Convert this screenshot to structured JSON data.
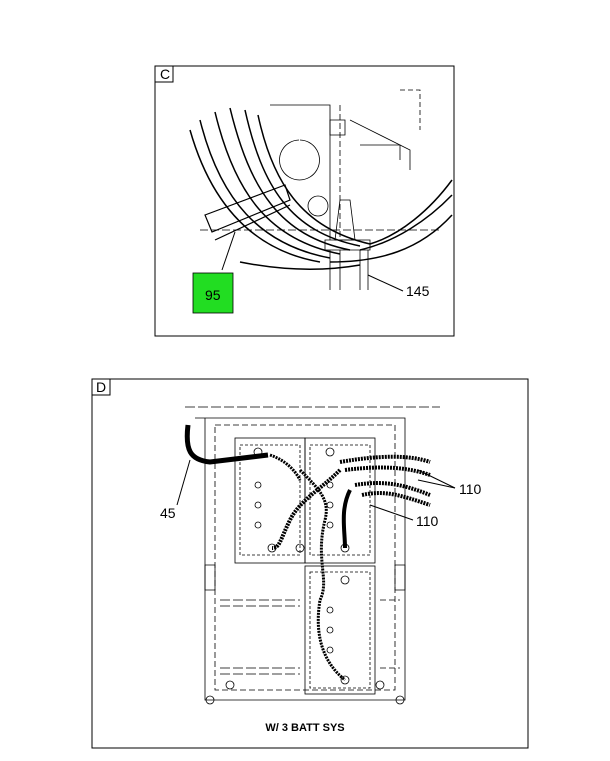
{
  "panel_c": {
    "letter": "C",
    "callouts": {
      "left": "95",
      "right": "145"
    },
    "highlight_color": "#22dd22"
  },
  "panel_d": {
    "letter": "D",
    "callouts": {
      "left": "45",
      "upper_right": "110",
      "lower_right": "110"
    },
    "caption": "W/ 3 BATT SYS"
  }
}
